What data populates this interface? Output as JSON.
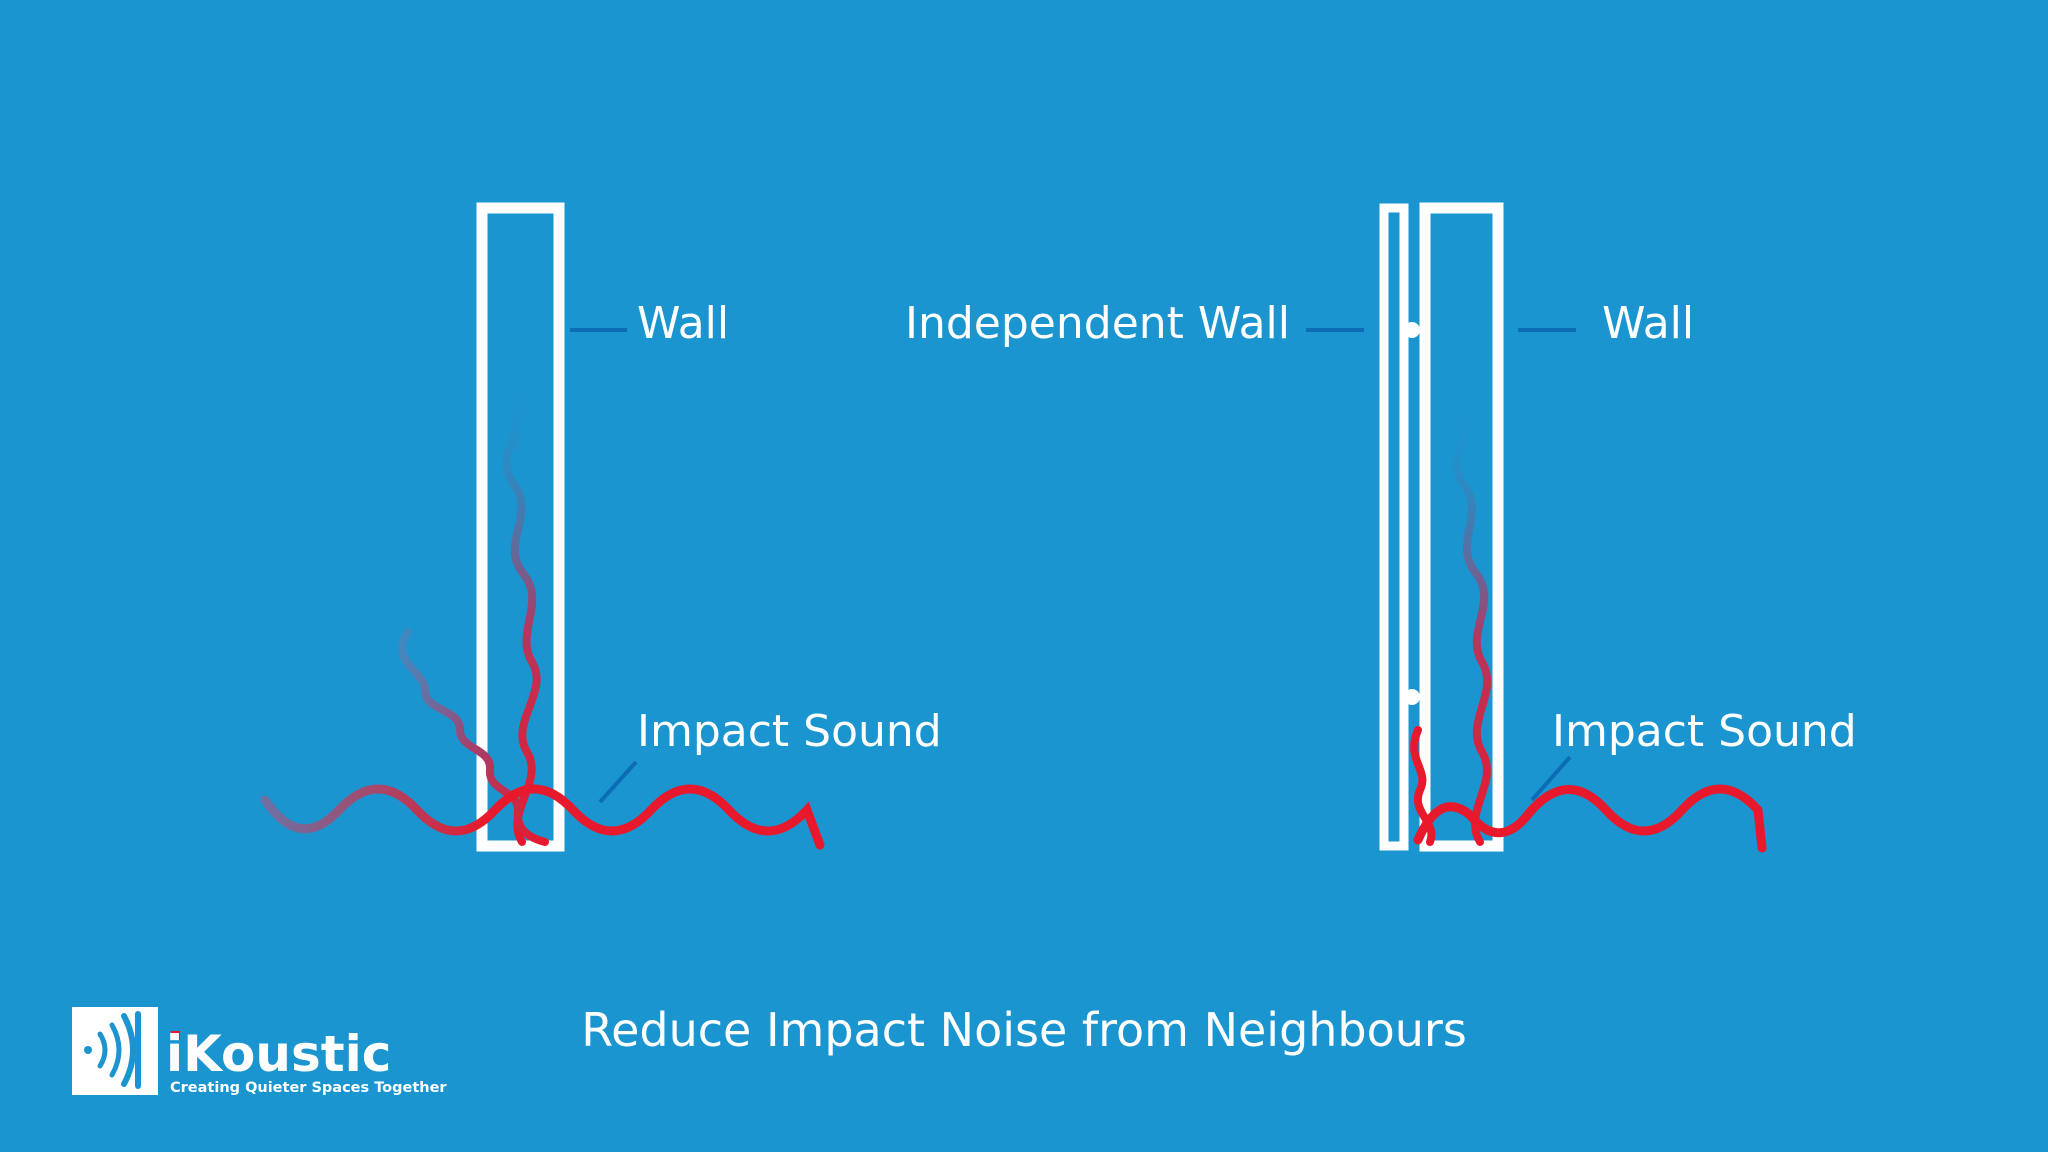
{
  "diagram": {
    "left_panel": {
      "wall_label": "Wall",
      "impact_label": "Impact Sound"
    },
    "right_panel": {
      "independent_wall_label": "Independent Wall",
      "wall_label": "Wall",
      "impact_label": "Impact Sound"
    },
    "caption": "Reduce Impact Noise from Neighbours"
  },
  "brand": {
    "name": "iKoustic",
    "tagline": "Creating Quieter Spaces Together",
    "logo_icon": "sound-waves-icon"
  },
  "colors": {
    "background": "#1a95d0",
    "wall_outline": "#ffffff",
    "leader_line": "#0c6cb6",
    "impact_wave": "#e8192c",
    "faded_wave": "#7c6a9a",
    "brand_dot": "#e8192c",
    "logo_icon": "#1a95d0"
  }
}
